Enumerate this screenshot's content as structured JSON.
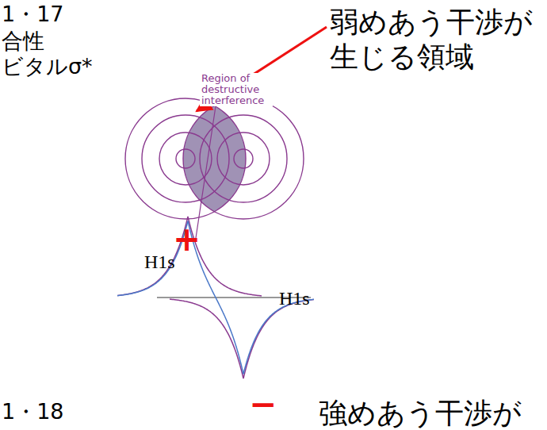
{
  "diagram": {
    "labels": [
      "1・17",
      "合性",
      "ビタルσ*",
      "弱めあう干渉が 生じる領域",
      "Region of destructive interference",
      "H1s",
      "+",
      "H1s",
      "1・18",
      "−",
      "強めあう干渉が"
    ]
  }
}
